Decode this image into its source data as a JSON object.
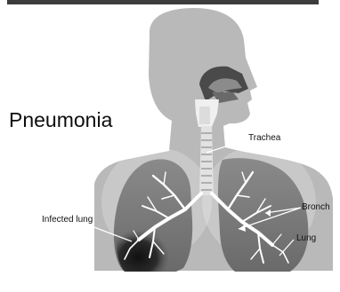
{
  "title": "Pneumonia",
  "labels": {
    "trachea": "Trachea",
    "bronch": "Bronch",
    "infected_lung": "Infected lung",
    "lung": "Lung"
  },
  "colors": {
    "silhouette": "#b9b9b9",
    "lung_fill": "#7c7c7c",
    "infected_dark": "#1a1a1a",
    "airway": "#ffffff",
    "trachea": "#e2e2e2",
    "leader_lines": "#ffffff"
  }
}
